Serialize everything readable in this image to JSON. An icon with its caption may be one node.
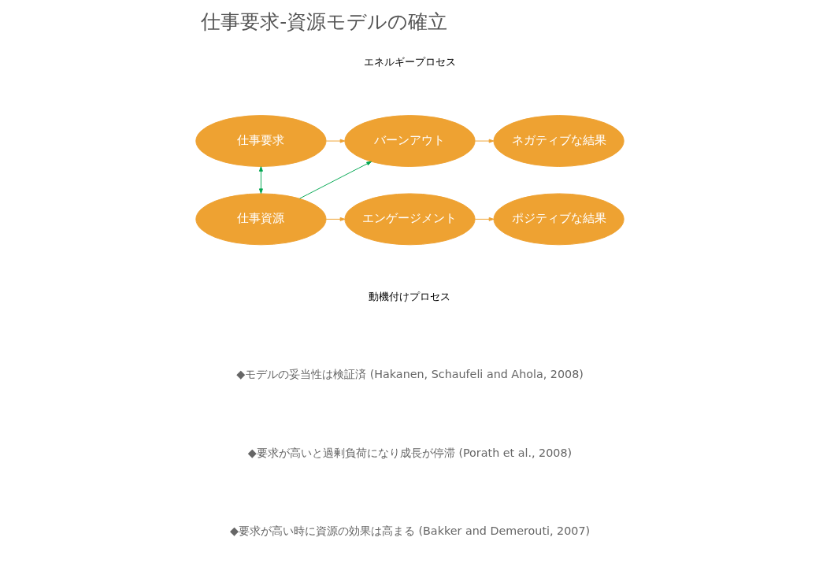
{
  "diagram": {
    "title": "仕事要求-資源モデルの確立",
    "nodes": [
      {
        "text": [
          "仕事要求"
        ]
      },
      {
        "text": [
          "バーンアウト"
        ]
      },
      {
        "text": [
          "ネガティブな結果"
        ]
      },
      {
        "text": [
          "仕事資源"
        ]
      },
      {
        "text": [
          "エンゲージメント"
        ]
      },
      {
        "text": [
          "ポジティブな結果"
        ]
      }
    ],
    "edges": [
      {
        "from": 0,
        "to": 1,
        "arrow": "to"
      },
      {
        "from": 1,
        "to": 2,
        "arrow": "to"
      },
      {
        "from": 0,
        "to": 3,
        "arrow": "both",
        "color": "#00a650"
      },
      {
        "from": 3,
        "to": 1,
        "arrow": "to",
        "color": "#00a650"
      },
      {
        "from": 3,
        "to": 4,
        "arrow": "to"
      },
      {
        "from": 4,
        "to": 5,
        "arrow": "to"
      }
    ],
    "labels": [
      "エネルギープロセス",
      "動機付けプロセス",
      "◆モデルの妥当性は検証済 (Hakanen, Schaufeli and Ahola, 2008)",
      "◆要求が高いと過剰負荷になり成長が停滞 (Porath et al., 2008)",
      "◆要求が高い時に資源の効果は高まる (Bakker and Demerouti, 2007)"
    ]
  }
}
